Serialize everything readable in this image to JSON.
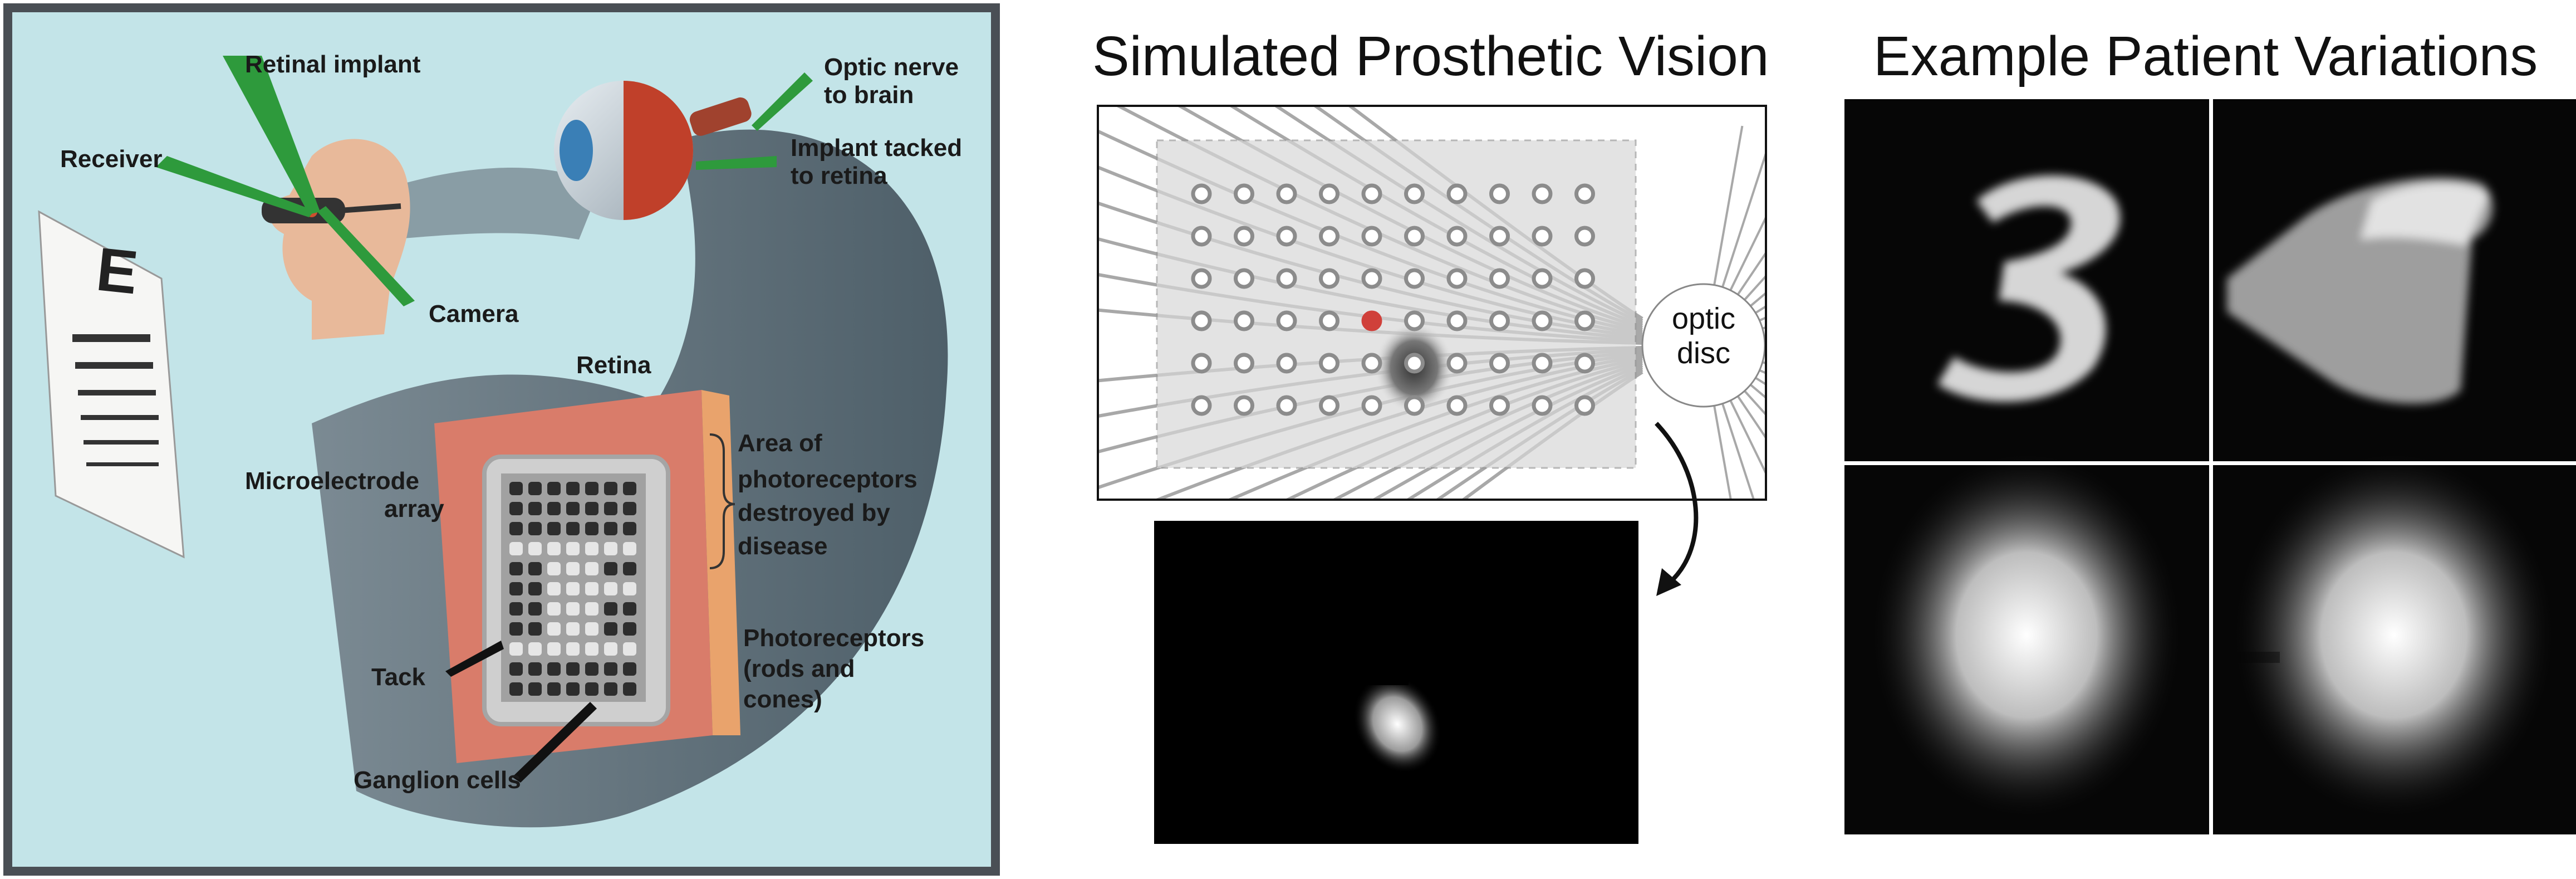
{
  "left_panel": {
    "labels": {
      "retinal_implant": "Retinal implant",
      "receiver": "Receiver",
      "camera": "Camera",
      "optic_nerve_1": "Optic nerve",
      "optic_nerve_2": "to brain",
      "implant_tacked_1": "Implant tacked",
      "implant_tacked_2": "to retina",
      "retina": "Retina",
      "microelectrode_1": "Microelectrode",
      "microelectrode_2": "array",
      "area_1": "Area of",
      "area_2": "photoreceptors",
      "area_3": "destroyed by",
      "area_4": "disease",
      "photoreceptors_1": "Photoreceptors",
      "photoreceptors_2": "(rods and",
      "photoreceptors_3": "cones)",
      "tack": "Tack",
      "ganglion": "Ganglion cells"
    },
    "colors": {
      "background": "#c3e4e8",
      "frame": "#4a4f55",
      "callout": "#2e9a3c",
      "retina": "#d97c6a"
    }
  },
  "middle_panel": {
    "title": "Simulated Prosthetic Vision",
    "optic_disc_1": "optic",
    "optic_disc_2": "disc",
    "electrode_grid": {
      "rows": 6,
      "cols": 10,
      "active_row": 3,
      "active_col": 4
    },
    "colors": {
      "axon": "#a8a8a8",
      "electrode": "#8c8c8c",
      "stim": "#d0403a"
    }
  },
  "right_panel": {
    "title": "Example Patient Variations",
    "tiles": [
      "digit-3-percept",
      "distorted-percept",
      "blurry-blob-percept",
      "blurry-blob-shifted-percept"
    ]
  }
}
